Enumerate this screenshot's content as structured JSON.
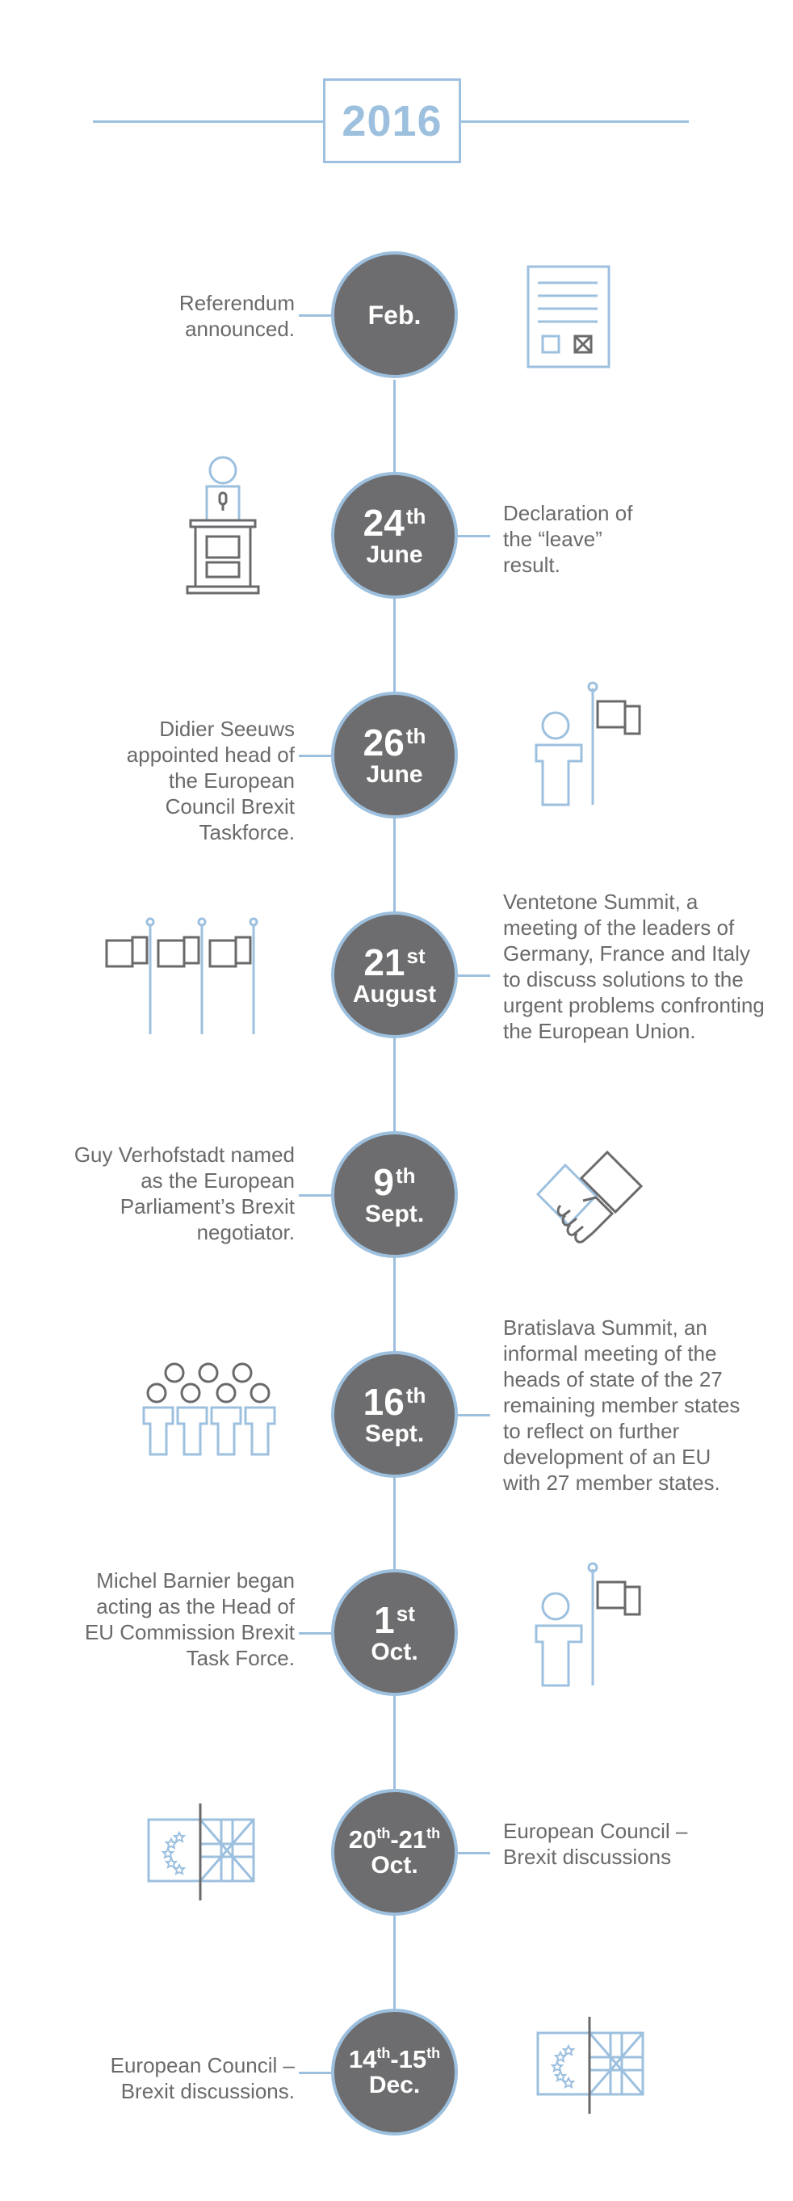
{
  "year": "2016",
  "colors": {
    "accent": "#9dc0df",
    "circle": "#6d6d6f",
    "text": "#6a6a6c",
    "icon_gray": "#6a6a6c"
  },
  "events": [
    {
      "day": "",
      "sup": "",
      "month": "Feb.",
      "text": "Referendum announced.",
      "side": "left",
      "icon": "ballot-paper-icon"
    },
    {
      "day": "24",
      "sup": "th",
      "month": "June",
      "text": "Declaration of the “leave” result.",
      "side": "right",
      "icon": "podium-speaker-icon"
    },
    {
      "day": "26",
      "sup": "th",
      "month": "June",
      "text": "Didier Seeuws appointed head of the European Council Brexit Taskforce.",
      "side": "left",
      "icon": "person-flag-icon"
    },
    {
      "day": "21",
      "sup": "st",
      "month": "August",
      "text": "Ventetone Summit, a meeting of the leaders of Germany, France and Italy to discuss solutions to the urgent problems confronting the European Union.",
      "side": "right",
      "icon": "three-flags-icon"
    },
    {
      "day": "9",
      "sup": "th",
      "month": "Sept.",
      "text": "Guy Verhofstadt named as the European Parliament’s Brexit negotiator.",
      "side": "left",
      "icon": "handshake-icon"
    },
    {
      "day": "16",
      "sup": "th",
      "month": "Sept.",
      "text": "Bratislava Summit, an informal meeting of the heads of state of the 27 remaining member states to reflect on further development of an EU with 27 member states.",
      "side": "right",
      "icon": "group-people-icon"
    },
    {
      "day": "1",
      "sup": "st",
      "month": "Oct.",
      "text": "Michel Barnier began acting as the Head of EU Commission Brexit Task Force.",
      "side": "left",
      "icon": "person-flag-icon"
    },
    {
      "day1": "20",
      "sup1": "th",
      "day2": "21",
      "sup2": "th",
      "month": "Oct.",
      "text": "European Council – Brexit discussions",
      "side": "right",
      "icon": "eu-uk-flag-icon"
    },
    {
      "day1": "14",
      "sup1": "th",
      "day2": "15",
      "sup2": "th",
      "month": "Dec.",
      "text": "European Council – Brexit discussions.",
      "side": "left",
      "icon": "eu-uk-flag-icon"
    }
  ]
}
